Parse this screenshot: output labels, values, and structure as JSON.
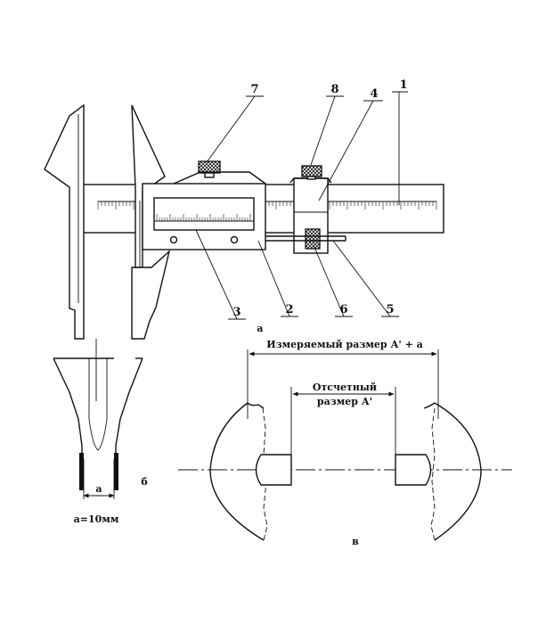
{
  "callouts": [
    "1",
    "2",
    "3",
    "4",
    "5",
    "6",
    "7",
    "8"
  ],
  "panels": {
    "a": "а",
    "b": "б",
    "v": "в"
  },
  "detail_b": {
    "gap_label": "а",
    "caption": "а=10мм"
  },
  "detail_v": {
    "measured_label": "Измеряемый размер А' + а",
    "reading_line1": "Отсчетный",
    "reading_line2": "размер А'"
  }
}
